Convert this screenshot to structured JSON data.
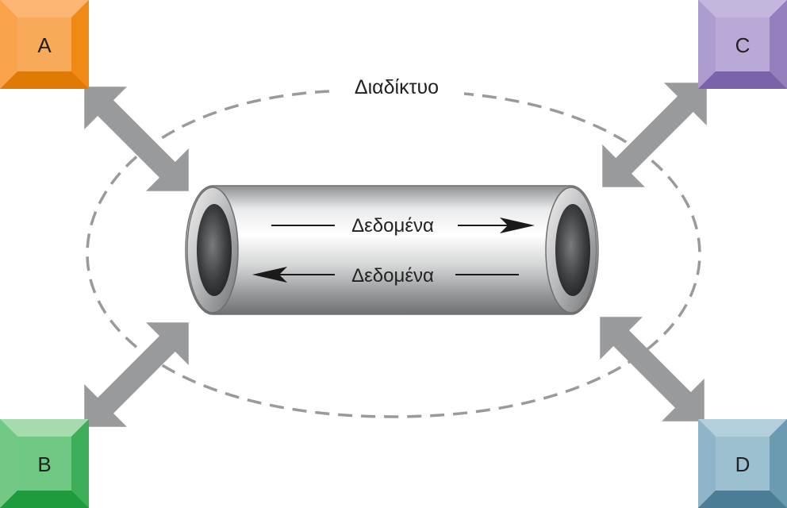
{
  "network_label": "Διαδίκτυο",
  "pipe": {
    "forward_label": "Δεδομένα",
    "backward_label": "Δεδομένα"
  },
  "nodes": [
    {
      "id": "a",
      "label": "A",
      "color": "#f7931e"
    },
    {
      "id": "b",
      "label": "B",
      "color": "#2bb34a"
    },
    {
      "id": "c",
      "label": "C",
      "color": "#8a73b8"
    },
    {
      "id": "d",
      "label": "D",
      "color": "#5b8fa6"
    }
  ],
  "colors": {
    "arrow": "#999a9c",
    "dashed_ellipse": "#9a9a9a",
    "pipe_body": "#c9cacb"
  }
}
